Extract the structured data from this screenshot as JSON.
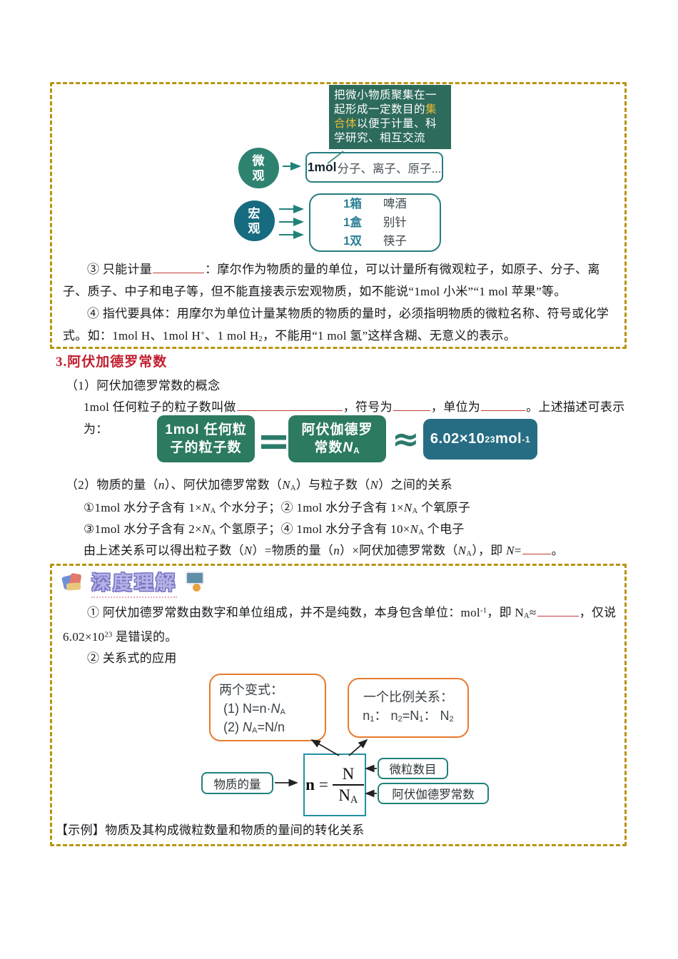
{
  "colors": {
    "frame_gold": "#b8940f",
    "dark_green_box": "#2d6b5c",
    "highlight_gold": "#e8b83a",
    "micro_circle": "#2e8270",
    "macro_circle": "#166b7e",
    "teal_border": "#257d80",
    "equation_green": "#2c7a60",
    "equation_blue": "#266d83",
    "orange_border": "#e87a2e",
    "heading_red": "#c11e2e",
    "blank_red": "#c23a3a",
    "badge_purple": "#7a74c4"
  },
  "box1": {
    "concept": {
      "pre": "把微小物质聚集在一起形成一定数目的",
      "hl": "集合体",
      "post": "以便于计量、科学研究、相互交流"
    },
    "micro_label": "微\n观",
    "micro_box": [
      {
        "b": "1mol"
      },
      {
        "t": "分子、离子、原子..."
      }
    ],
    "macro_label": "宏\n观",
    "macro_rows": [
      {
        "qty": "1箱",
        "item": "啤酒"
      },
      {
        "qty": "1盒",
        "item": "别针"
      },
      {
        "qty": "1双",
        "item": "筷子"
      }
    ],
    "para3": [
      {
        "t": "③ 只能计量"
      },
      {
        "blank": 72
      },
      {
        "t": "：摩尔作为物质的量的单位，可以计量所有微观粒子，如原子、分子、离子、质子、中子和电子等，但不能直接表示宏观物质，如不能说“1mol 小米”“1 mol 苹果”等。"
      }
    ],
    "para4": [
      {
        "t": "④ 指代要具体：用摩尔为单位计量某物质的物质的量时，必须指明物质的微粒名称、符号或化学式。如：1mol H、1mol H"
      },
      {
        "sup": "+"
      },
      {
        "t": "、1 mol H"
      },
      {
        "sub": "2"
      },
      {
        "t": "，不能用“1 mol 氢”这样含糊、无意义的表示。"
      }
    ]
  },
  "section3": {
    "heading": "3.阿伏加德罗常数",
    "sub1": "（1）阿伏加德罗常数的概念",
    "concept_line": [
      {
        "t": "1mol 任何粒子的粒子数叫做"
      },
      {
        "blank": 148
      },
      {
        "t": "，符号为"
      },
      {
        "blank": 52
      },
      {
        "t": "，单位为"
      },
      {
        "blank": 62
      },
      {
        "t": "。上述描述可表示为："
      }
    ],
    "equation": {
      "left_line1": "1mol 任何粒",
      "left_line2": "子的粒子数",
      "eq_symbol": "=",
      "mid_line1": "阿伏伽德罗",
      "mid_line2": [
        {
          "t": "常数"
        },
        {
          "i": "N"
        },
        {
          "sub": "A"
        }
      ],
      "approx_symbol": "≈",
      "value": [
        {
          "t": "6.02×10"
        },
        {
          "sup": "23"
        },
        {
          "t": " mol"
        },
        {
          "sup": "-1"
        }
      ]
    },
    "sub2": [
      {
        "t": "（2）物质的量（"
      },
      {
        "i": "n"
      },
      {
        "t": "）、阿伏加德罗常数（"
      },
      {
        "i": "N"
      },
      {
        "sub": "A"
      },
      {
        "t": "）与粒子数（"
      },
      {
        "i": "N"
      },
      {
        "t": "）之间的关系"
      }
    ],
    "rel1": [
      {
        "t": "①1mol 水分子含有 1×"
      },
      {
        "i": "N"
      },
      {
        "sub": "A"
      },
      {
        "t": " 个水分子；② 1mol 水分子含有 1×"
      },
      {
        "i": "N"
      },
      {
        "sub": "A"
      },
      {
        "t": " 个氧原子"
      }
    ],
    "rel2": [
      {
        "t": "③1mol 水分子含有 2×"
      },
      {
        "i": "N"
      },
      {
        "sub": "A"
      },
      {
        "t": " 个氢原子；④ 1mol 水分子含有 10×"
      },
      {
        "i": "N"
      },
      {
        "sub": "A"
      },
      {
        "t": " 个电子"
      }
    ],
    "derive": [
      {
        "t": "由上述关系可以得出粒子数（"
      },
      {
        "i": "N"
      },
      {
        "t": "）=物质的量（"
      },
      {
        "i": "n"
      },
      {
        "t": "）×阿伏加德罗常数（"
      },
      {
        "i": "N"
      },
      {
        "sub": "A"
      },
      {
        "t": "），即 "
      },
      {
        "i": "N"
      },
      {
        "t": "="
      },
      {
        "blank": 40
      },
      {
        "t": "。"
      }
    ]
  },
  "box2": {
    "badge": "深度理解",
    "note1": [
      {
        "t": "① 阿伏加德罗常数由数字和单位组成，并不是纯数，本身包含单位：mol"
      },
      {
        "sup": "-1"
      },
      {
        "t": "，即 N"
      },
      {
        "sub": "A"
      },
      {
        "t": "≈"
      },
      {
        "blank": 58
      },
      {
        "t": "，仅说"
      }
    ],
    "note1b": [
      {
        "t": "6.02×10"
      },
      {
        "sup": "23"
      },
      {
        "t": " 是错误的。"
      }
    ],
    "note2": "② 关系式的应用",
    "variants": {
      "title": "两个变式：",
      "line1": [
        {
          "t": "(1)  N=n·"
        },
        {
          "i": "N"
        },
        {
          "sub": "A"
        }
      ],
      "line2": [
        {
          "t": "(2)  "
        },
        {
          "i": "N"
        },
        {
          "sub": "A"
        },
        {
          "t": "=N/n"
        }
      ]
    },
    "ratio": {
      "title": "一个比例关系：",
      "line": [
        {
          "t": "n"
        },
        {
          "sub": "1"
        },
        {
          "t": "： n"
        },
        {
          "sub": "2"
        },
        {
          "t": "=N"
        },
        {
          "sub": "1"
        },
        {
          "t": "： N"
        },
        {
          "sub": "2"
        }
      ]
    },
    "formula": {
      "n": "n",
      "eq": "=",
      "numerator": "N",
      "denominator": "N",
      "denominator_sub": "A"
    },
    "label_n": "物质的量",
    "label_N": "微粒数目",
    "label_NA": "阿伏伽德罗常数",
    "example": "【示例】物质及其构成微粒数量和物质的量间的转化关系"
  }
}
